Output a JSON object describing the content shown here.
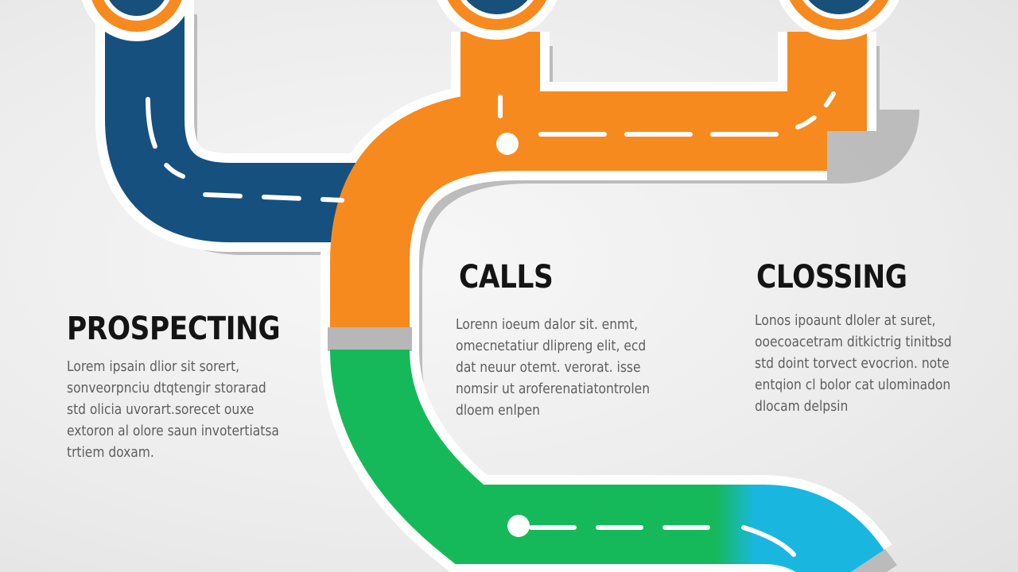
{
  "diagram": {
    "colors": {
      "background": "#ededed",
      "blue_road": "#15507f",
      "orange_road": "#f78a1e",
      "green_road": "#16b95a",
      "cyan_road": "#19b7e0",
      "marker_fill": "#17507a",
      "road_outline": "#ffffff",
      "road_shadow": "#b7b7b7",
      "lane_marking": "#ffffff",
      "heading_text": "#141414",
      "body_text": "#5e5e5e"
    },
    "stages": [
      {
        "id": "prospecting",
        "title": "PROSPECTING",
        "text": "Lorem ipsain dlior sit sorert,\nsonveorpnciu dtqtengir storarad\nstd olicia uvorart.sorecet ouxe\nextoron al olore saun invotertiatsa\ntrtiem doxam.",
        "road_color": "blue"
      },
      {
        "id": "calls",
        "title": "CALLS",
        "text": "Lorenn ioeum dalor sit. enmt,\nomecnetatiur dlipreng elit, ecd\ndat neuur otemt. verorat. isse\nnomsir ut aroferenatiatontrolen\ndloem enlpen",
        "road_color": "orange"
      },
      {
        "id": "closing",
        "title": "CLOSSING",
        "text": "Lonos ipoaunt dloler at suret,\nooecoacetram ditkictrig tinitbsd\nstd doint torvect evocrion. note\nentqion cl bolor cat ulominadon\ndlocam delpsin",
        "road_color": "green"
      }
    ]
  }
}
